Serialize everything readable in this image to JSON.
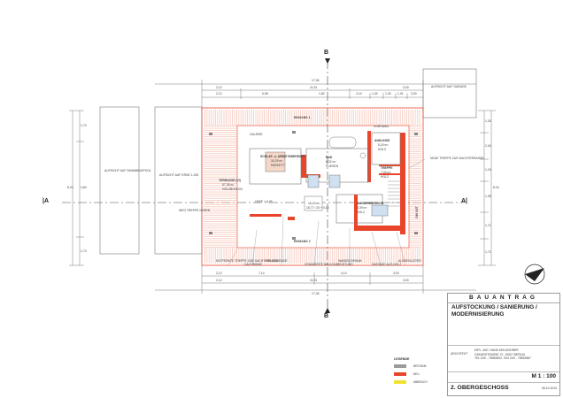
{
  "section_marks": {
    "b_top": "B",
    "b_bottom": "B",
    "a_left": "|A",
    "a_right": "A|"
  },
  "dimensions": {
    "overall_top": "17,06",
    "overall_bottom": "17,06",
    "top_row1": [
      "2,12",
      "11,91",
      "3,00"
    ],
    "top_row2": [
      "2,12",
      "6,08",
      "1,82",
      "2,10",
      "1,30",
      "1,30",
      "1,01",
      "3,00"
    ],
    "bottom_row1": [
      "2,12",
      "7,14",
      "4,14",
      "3,00"
    ],
    "bottom_row2": [
      "2,12",
      "11,91",
      "3,00"
    ],
    "left_side": [
      "1,70",
      "4,84",
      "1,70"
    ],
    "left_total": "8,24",
    "right_side": [
      "1,30",
      "2,04",
      "1,15",
      "1,95",
      "1,71",
      "1,71"
    ],
    "right_total": "8,24"
  },
  "labels": {
    "aufsicht_garage": "AUFSICHT AUF GARAGE",
    "aufsicht_swimmingpool": "AUFSICHT AUF SWIMMINGPOOL",
    "aufsicht_erdgeschoss": "AUFSICHT AUF ERDE 1,330",
    "eingang_1": "EINGANG 1",
    "eingang_2": "EINGANG 2",
    "galerie": "GALERIE",
    "vorhang": "VORHANG",
    "schlaf_arbeit": "SCHLAF- u. ARBEITSBEREICH",
    "schlaf_area": "30,29 m²",
    "schlaf_floor": "PARKETT",
    "terrasse": "TERRASSE (VI)",
    "terrasse_area": "57,36 m²",
    "terrasse_floor": "HOLZBOHLEN",
    "bad": "BAD",
    "bad_area": "8,32 m²",
    "bad_floor": "FLIESEN",
    "ankleide": "ANKLEIDE",
    "ankleide_area": "5,20 m²",
    "ankleide_floor": "HOLZ",
    "wannenbereich": "WANNENBEREICH",
    "wannen_area": "3,39 m²",
    "wannen_floor": "HOLZ",
    "treppe": "TREPPE",
    "treppe_area": "7,00 m²",
    "treppe_floor": "HOLZ",
    "treppenhaus": "TREPPENHAUS",
    "hoehe": "OKFF + 6,25",
    "flaeche": "16,19 m²",
    "flaeche_detail": "15,77 / 20 + 0,15",
    "neue_treppe": "NEUE TREPPE ZUR DACHTERRASSE",
    "ueberdachung": "WEG TREPPE NEBEN",
    "ow_ost": "OW OST",
    "kleine_notes": [
      "ENTFERNTE TREPPE ZUR DACHTERRASSE",
      "DACHRINNE",
      "HOLZFASSADE",
      "GEÄNDERTE BALKONBRÜSTUNG",
      "WANDSCHRANK",
      "FASSADE AUS HOLZ",
      "AUSSENLEITER"
    ]
  },
  "title_block": {
    "header": "BAUANTRAG",
    "project": "AUFSTOCKUNG / SANIERUNG / MODERNISIERUNG",
    "architect_label": "ARCHITEKT",
    "architect_lines": "DIPL.-ING. HANS KEILBOHRER\nOSKARSTRASSE 37, 10827 BERLIN\nTEL.030 - 78952802, FAX 030 - 78952887",
    "scale": "M 1 : 100",
    "floor": "2. OBERGESCHOSS",
    "date": "06.10.2010"
  },
  "legend": {
    "title": "LEGENDE",
    "items": [
      {
        "label": "BESTAND",
        "color": "#9a9a9a"
      },
      {
        "label": "NEU",
        "color": "#e8452a"
      },
      {
        "label": "ABBRUCH",
        "color": "#f2e230"
      }
    ]
  },
  "colors": {
    "new": "#e8452a",
    "existing": "#9a9a9a",
    "demolition": "#f2e230",
    "hatch": "#f2a08c",
    "line": "#555555"
  }
}
